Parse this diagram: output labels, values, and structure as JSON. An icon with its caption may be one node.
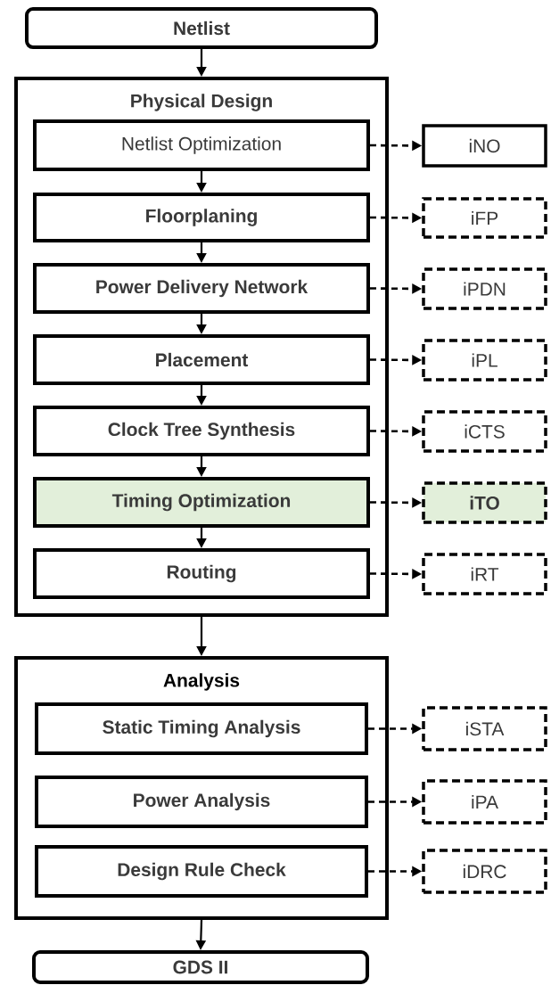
{
  "diagram": {
    "nodes": [
      {
        "text": [
          "Netlist"
        ]
      },
      {
        "text": [
          "Physical Design"
        ]
      },
      {
        "text": [
          "Netlist Optimization"
        ],
        "in": 1
      },
      {
        "text": [
          "iNO"
        ]
      },
      {
        "text": [
          "Floorplaning"
        ],
        "in": 1
      },
      {
        "text": [
          "iFP"
        ]
      },
      {
        "text": [
          "Power Delivery Network"
        ],
        "in": 1
      },
      {
        "text": [
          "iPDN"
        ]
      },
      {
        "text": [
          "Placement"
        ],
        "in": 1
      },
      {
        "text": [
          "iPL"
        ]
      },
      {
        "text": [
          "Clock Tree Synthesis"
        ],
        "in": 1
      },
      {
        "text": [
          "iCTS"
        ]
      },
      {
        "text": [
          "Timing Optimization"
        ],
        "in": 1
      },
      {
        "text": [
          "iTO"
        ]
      },
      {
        "text": [
          "Routing"
        ],
        "in": 1
      },
      {
        "text": [
          "iRT"
        ]
      },
      {
        "text": [
          "Analysis"
        ]
      },
      {
        "text": [
          "Static Timing Analysis"
        ],
        "in": 16
      },
      {
        "text": [
          "iSTA"
        ]
      },
      {
        "text": [
          "Power Analysis"
        ],
        "in": 16
      },
      {
        "text": [
          "iPA"
        ]
      },
      {
        "text": [
          "Design Rule Check"
        ],
        "in": 16
      },
      {
        "text": [
          "iDRC"
        ]
      },
      {
        "text": [
          "GDS II"
        ]
      }
    ],
    "edges": [
      {
        "from": 0,
        "to": 1,
        "arrow": "to"
      },
      {
        "from": 2,
        "to": 3,
        "arrow": "to",
        "style": "dashed"
      },
      {
        "from": 2,
        "to": 4,
        "arrow": "to"
      },
      {
        "from": 4,
        "to": 5,
        "arrow": "to",
        "style": "dashed"
      },
      {
        "from": 4,
        "to": 6,
        "arrow": "to"
      },
      {
        "from": 6,
        "to": 7,
        "arrow": "to",
        "style": "dashed"
      },
      {
        "from": 6,
        "to": 8,
        "arrow": "to"
      },
      {
        "from": 8,
        "to": 9,
        "arrow": "to",
        "style": "dashed"
      },
      {
        "from": 8,
        "to": 10,
        "arrow": "to"
      },
      {
        "from": 10,
        "to": 11,
        "arrow": "to",
        "style": "dashed"
      },
      {
        "from": 10,
        "to": 12,
        "arrow": "to"
      },
      {
        "from": 12,
        "to": 13,
        "arrow": "to",
        "style": "dashed"
      },
      {
        "from": 12,
        "to": 14,
        "arrow": "to"
      },
      {
        "from": 14,
        "to": 15,
        "arrow": "to",
        "style": "dashed"
      },
      {
        "from": 1,
        "to": 16,
        "arrow": "to"
      },
      {
        "from": 17,
        "to": 18,
        "arrow": "to",
        "style": "dashed"
      },
      {
        "from": 19,
        "to": 20,
        "arrow": "to",
        "style": "dashed"
      },
      {
        "from": 21,
        "to": 22,
        "arrow": "to",
        "style": "dashed"
      },
      {
        "from": 16,
        "to": 23,
        "arrow": "to"
      }
    ]
  }
}
